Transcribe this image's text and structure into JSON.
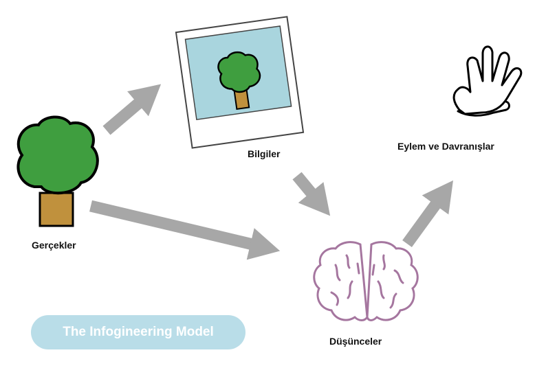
{
  "nodes": {
    "facts": {
      "label": "Gerçekler",
      "icon": "tree-icon"
    },
    "information": {
      "label": "Bilgiler",
      "icon": "photo-of-tree-icon"
    },
    "thoughts": {
      "label": "Düşünceler",
      "icon": "brain-icon"
    },
    "actions": {
      "label": "Eylem ve Davranışlar",
      "icon": "hand-icon"
    }
  },
  "badge": {
    "label": "The Infogineering Model"
  },
  "colors": {
    "arrow": "#a7a7a7",
    "tree_canopy": "#3f9e3f",
    "tree_trunk": "#c0913d",
    "photo_sky": "#a9d5de",
    "brain_outline": "#a5769f",
    "badge_bg": "#b9dde8",
    "badge_text": "#ffffff"
  }
}
